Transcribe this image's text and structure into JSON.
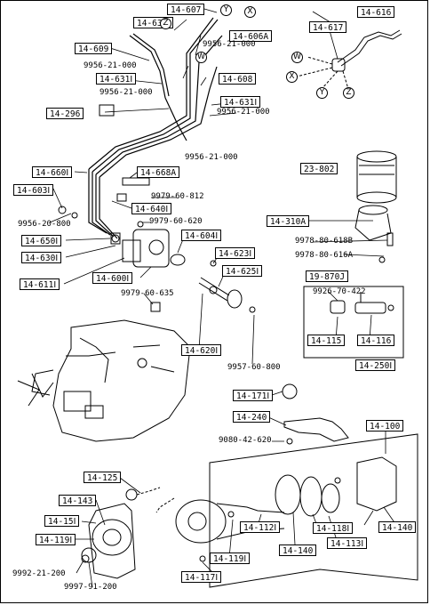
{
  "part_labels": [
    {
      "id": "p14607",
      "text": "14-607"
    },
    {
      "id": "p14635",
      "text": "14-635Ⅰ"
    },
    {
      "id": "p14606a",
      "text": "14-606A"
    },
    {
      "id": "p14609",
      "text": "14-609"
    },
    {
      "id": "p14631a",
      "text": "14-631Ⅰ"
    },
    {
      "id": "p14608",
      "text": "14-608"
    },
    {
      "id": "p14631b",
      "text": "14-631Ⅰ"
    },
    {
      "id": "p14296",
      "text": "14-296"
    },
    {
      "id": "p14660",
      "text": "14-660Ⅰ"
    },
    {
      "id": "p14668a",
      "text": "14-668A"
    },
    {
      "id": "p14603",
      "text": "14-603Ⅰ"
    },
    {
      "id": "p14640",
      "text": "14-640Ⅰ"
    },
    {
      "id": "p14650",
      "text": "14-650Ⅰ"
    },
    {
      "id": "p14630",
      "text": "14-630Ⅰ"
    },
    {
      "id": "p14611",
      "text": "14-611Ⅰ"
    },
    {
      "id": "p14600",
      "text": "14-600Ⅰ"
    },
    {
      "id": "p14604",
      "text": "14-604Ⅰ"
    },
    {
      "id": "p14623",
      "text": "14-623Ⅰ"
    },
    {
      "id": "p14625",
      "text": "14-625Ⅰ"
    },
    {
      "id": "p14620",
      "text": "14-620Ⅰ"
    },
    {
      "id": "p14616",
      "text": "14-616"
    },
    {
      "id": "p14617",
      "text": "14-617"
    },
    {
      "id": "p23802",
      "text": "23-802"
    },
    {
      "id": "p14310a",
      "text": "14-310A"
    },
    {
      "id": "p19870",
      "text": "19-870J"
    },
    {
      "id": "p14115",
      "text": "14-115"
    },
    {
      "id": "p14116",
      "text": "14-116"
    },
    {
      "id": "p14250",
      "text": "14-250Ⅰ"
    },
    {
      "id": "p14171a",
      "text": "14-171Ⅰ"
    },
    {
      "id": "p14240",
      "text": "14-240"
    },
    {
      "id": "p14100",
      "text": "14-100"
    },
    {
      "id": "p14125",
      "text": "14-125"
    },
    {
      "id": "p14143",
      "text": "14-143"
    },
    {
      "id": "p14151",
      "text": "14-15Ⅰ"
    },
    {
      "id": "p14119a",
      "text": "14-119Ⅰ"
    },
    {
      "id": "p14112",
      "text": "14-112Ⅰ"
    },
    {
      "id": "p14118",
      "text": "14-118Ⅰ"
    },
    {
      "id": "p14113",
      "text": "14-113Ⅰ"
    },
    {
      "id": "p14140a",
      "text": "14-140"
    },
    {
      "id": "p14140b",
      "text": "14-140"
    },
    {
      "id": "p14119b",
      "text": "14-119Ⅰ"
    },
    {
      "id": "p14117",
      "text": "14-117Ⅰ"
    }
  ],
  "callouts": [
    {
      "id": "c1",
      "text": "9956-21-000"
    },
    {
      "id": "c2",
      "text": "9956-21-000"
    },
    {
      "id": "c3",
      "text": "9956-21-000"
    },
    {
      "id": "c4",
      "text": "9956-21-000"
    },
    {
      "id": "c5",
      "text": "9956-21-000"
    },
    {
      "id": "c6",
      "text": "9979-60-812"
    },
    {
      "id": "c7",
      "text": "9956-20-800"
    },
    {
      "id": "c8",
      "text": "9979-60-620"
    },
    {
      "id": "c9",
      "text": "9979-60-635"
    },
    {
      "id": "c10",
      "text": "9978-80-618B"
    },
    {
      "id": "c11",
      "text": "9978-80-616A"
    },
    {
      "id": "c12",
      "text": "9926-70-422"
    },
    {
      "id": "c13",
      "text": "9957-60-800"
    },
    {
      "id": "c14",
      "text": "9080-42-620"
    },
    {
      "id": "c15",
      "text": "9992-21-200"
    },
    {
      "id": "c16",
      "text": "9997-91-200"
    }
  ],
  "connection_marks": [
    {
      "id": "m1",
      "text": "Y"
    },
    {
      "id": "m2",
      "text": "X"
    },
    {
      "id": "m3",
      "text": "Z"
    },
    {
      "id": "m4",
      "text": "W"
    },
    {
      "id": "m5",
      "text": "W"
    },
    {
      "id": "m6",
      "text": "X"
    },
    {
      "id": "m7",
      "text": "Y"
    },
    {
      "id": "m8",
      "text": "Z"
    }
  ]
}
